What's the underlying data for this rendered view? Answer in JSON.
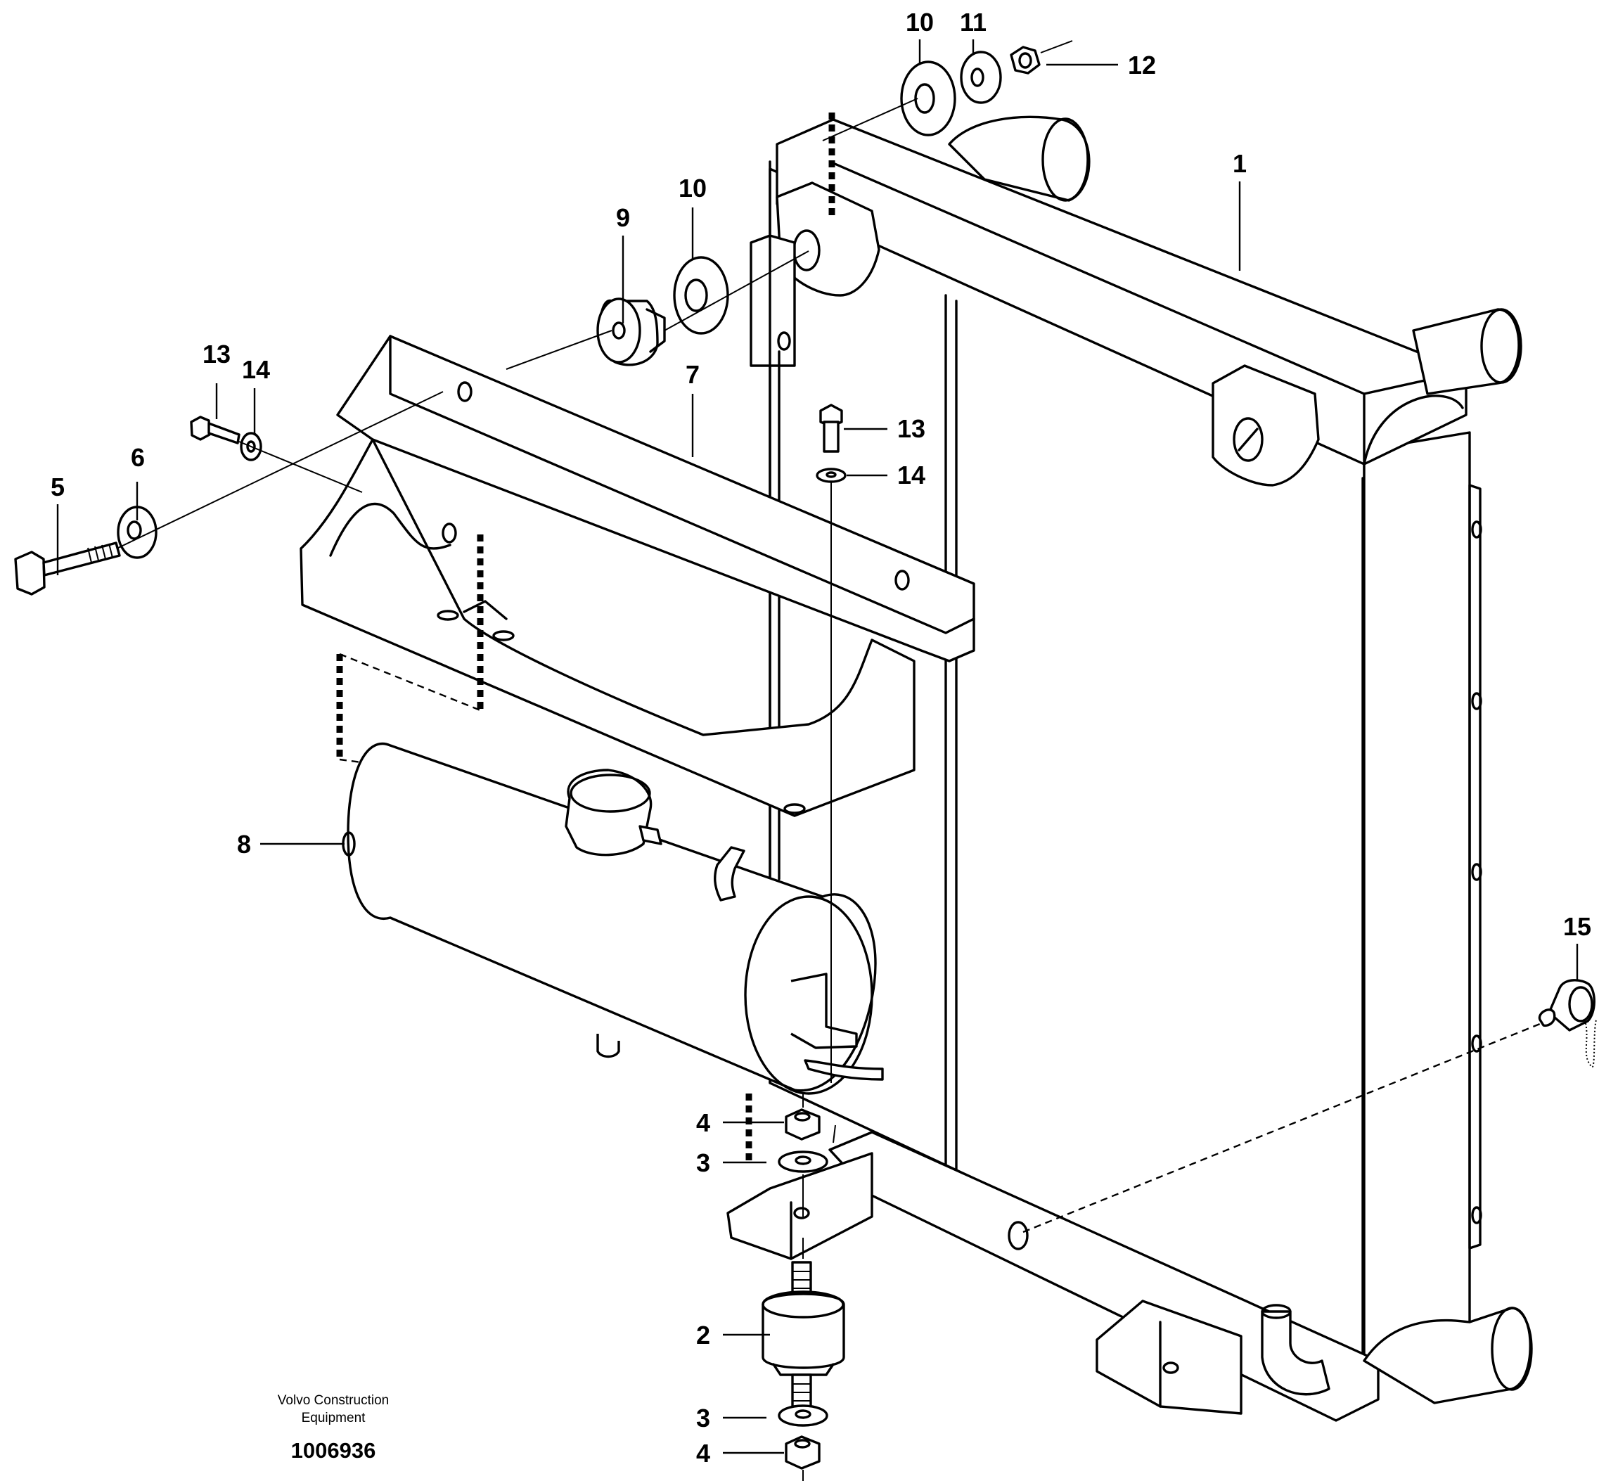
{
  "callouts": {
    "c1": "1",
    "c2": "2",
    "c3a": "3",
    "c3b": "3",
    "c4a": "4",
    "c4b": "4",
    "c5": "5",
    "c6": "6",
    "c7": "7",
    "c8": "8",
    "c9": "9",
    "c10a": "10",
    "c10b": "10",
    "c11": "11",
    "c12": "12",
    "c13a": "13",
    "c13b": "13",
    "c14a": "14",
    "c14b": "14",
    "c15": "15"
  },
  "credit": {
    "line1": "Volvo Construction",
    "line2": "Equipment"
  },
  "document_number": "1006936"
}
